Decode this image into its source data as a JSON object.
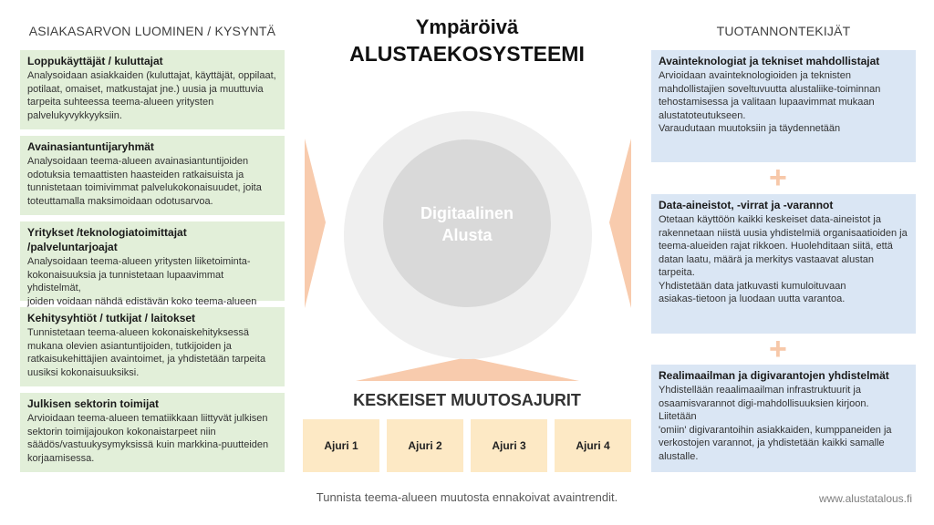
{
  "left_header": "ASIAKASARVON LUOMINEN / KYSYNTÄ",
  "right_header": "TUOTANNONTEKIJÄT",
  "title_line1": "Ympäröivä",
  "title_line2": "ALUSTAEKOSYSTEEMI",
  "center_line1": "Digitaalinen",
  "center_line2": "Alusta",
  "drivers_heading": "KESKEISET MUUTOSAJURIT",
  "drivers": [
    "Ajuri 1",
    "Ajuri 2",
    "Ajuri 3",
    "Ajuri 4"
  ],
  "left_boxes": [
    {
      "title": "Loppukäyttäjät / kuluttajat",
      "text": "Analysoidaan asiakkaiden (kuluttajat, käyttäjät, oppilaat,\npotilaat, omaiset, matkustajat jne.) uusia ja muuttuvia\ntarpeita suhteessa teema-alueen yritysten\npalvelukyvykkyyksiin."
    },
    {
      "title": "Avainasiantuntijaryhmät",
      "text": "Analysoidaan teema-alueen avainasiantuntijoiden\nodotuksia temaattisten haasteiden ratkaisuista ja\ntunnistetaan toimivimmat palvelukokonaisuudet, joita\ntoteuttamalla maksimoidaan odotusarvoa."
    },
    {
      "title": "Yritykset /teknologiatoimittajat /palveluntarjoajat",
      "text": "Analysoidaan teema-alueen yritysten liiketoiminta-\nkokonaisuuksia ja tunnistetaan lupaavimmat yhdistelmät,\njoiden voidaan nähdä edistävän koko teema-alueen\nkehittymistä alustakokonaisuutena."
    },
    {
      "title": "Kehitysyhtiöt / tutkijat / laitokset",
      "text": "Tunnistetaan teema-alueen kokonaiskehityksessä\nmukana olevien asiantuntijoiden, tutkijoiden ja\nratkaisukehittäjien avaintoimet, ja yhdistetään tarpeita\nuusiksi kokonaisuuksiksi."
    },
    {
      "title": "Julkisen sektorin toimijat",
      "text": "Arvioidaan teema-alueen tematiikkaan liittyvät julkisen\nsektorin toimijajoukon kokonaistarpeet niin\nsäädös/vastuukysymyksissä kuin markkina-puutteiden\nkorjaamisessa."
    }
  ],
  "right_boxes": [
    {
      "title": "Avainteknologiat ja tekniset mahdollistajat",
      "text": "Arvioidaan avainteknologioiden ja teknisten\nmahdollistajien soveltuvuutta alustaliike-toiminnan\ntehostamisessa ja valitaan lupaavimmat mukaan\nalustatoteutukseen.\nVaraudutaan muutoksiin ja täydennetään"
    },
    {
      "title": "Data-aineistot, -virrat ja -varannot",
      "text": "Otetaan käyttöön kaikki keskeiset data-aineistot ja\nrakennetaan niistä uusia yhdistelmiä organisaatioiden ja\nteema-alueiden rajat rikkoen. Huolehditaan siitä, että\ndatan laatu, määrä ja merkitys vastaavat alustan tarpeita.\nYhdistetään data jatkuvasti kumuloituvaan\nasiakas-tietoon ja luodaan uutta varantoa."
    },
    {
      "title": "Realimaailman ja digivarantojen yhdistelmät",
      "text": "Yhdistellään reaalimaailman infrastruktuurit ja\nosaamisvarannot digi-mahdollisuuksien kirjoon. Liitetään\n'omiin' digivarantoihin asiakkaiden, kumppaneiden ja\nverkostojen varannot, ja yhdistetään kaikki samalle\nalustalle."
    }
  ],
  "plus_symbol": "+",
  "footer_text": "Tunnista teema-alueen muutosta ennakoivat avaintrendit.",
  "website": "www.alustatalous.fi",
  "colors": {
    "left_box": "#e2efd9",
    "right_box": "#dae6f4",
    "arrow": "#f8cbad",
    "driver_box": "#fde9c5",
    "circle_outer": "#efefef",
    "circle_inner": "#d9d9d9"
  }
}
